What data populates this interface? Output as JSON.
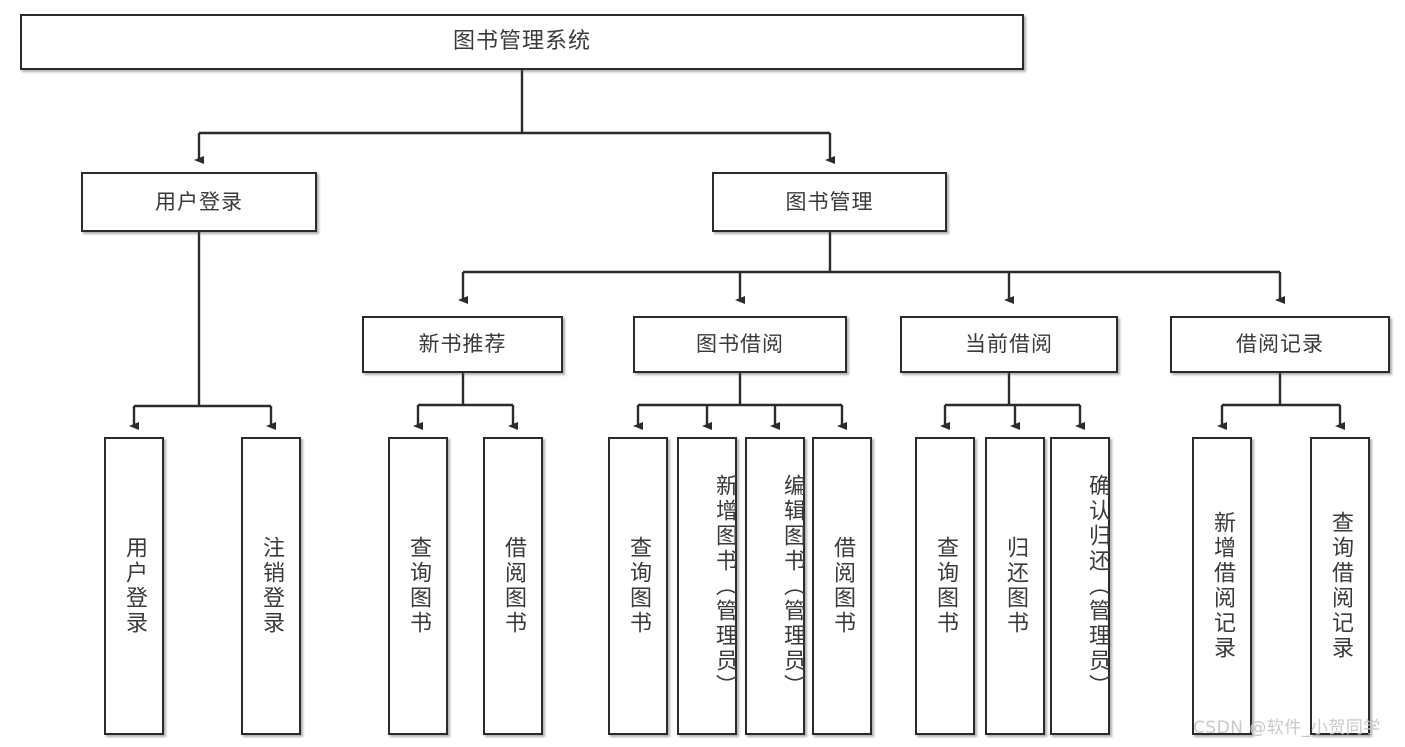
{
  "diagram": {
    "type": "hierarchy-tree",
    "title": "图书管理系统",
    "root": {
      "label": "图书管理系统"
    },
    "level2": [
      {
        "label": "用户登录"
      },
      {
        "label": "图书管理"
      }
    ],
    "level3": [
      {
        "label": "新书推荐"
      },
      {
        "label": "图书借阅"
      },
      {
        "label": "当前借阅"
      },
      {
        "label": "借阅记录"
      }
    ],
    "leaves": {
      "user_login": [
        {
          "label": "用户登录"
        },
        {
          "label": "注销登录"
        }
      ],
      "new_book_recommend": [
        {
          "label": "查询图书"
        },
        {
          "label": "借阅图书"
        }
      ],
      "book_borrow": [
        {
          "label": "查询图书"
        },
        {
          "label": "新增图书（管理员）"
        },
        {
          "label": "编辑图书（管理员）"
        },
        {
          "label": "借阅图书"
        }
      ],
      "current_borrow": [
        {
          "label": "查询图书"
        },
        {
          "label": "归还图书"
        },
        {
          "label": "确认归还（管理员）"
        }
      ],
      "borrow_record": [
        {
          "label": "新增借阅记录"
        },
        {
          "label": "查询借阅记录"
        }
      ]
    }
  },
  "watermark": {
    "text": "CSDN @软件_小贺同学"
  },
  "colors": {
    "box_border": "#2b2b2b",
    "text": "#3a3a3a",
    "connector": "#2b2b2b",
    "background": "#ffffff",
    "watermark": "#c9c9c9"
  }
}
